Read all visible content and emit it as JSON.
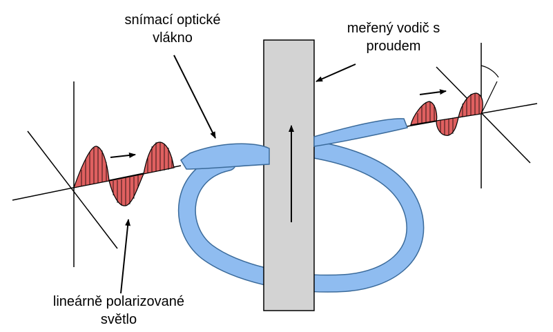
{
  "labels": {
    "fiber": {
      "line1": "snímací optické",
      "line2": "vlákno"
    },
    "conductor": {
      "line1": "meřený vodič s",
      "line2": "proudem"
    },
    "light": {
      "line1": "lineárně polarizované",
      "line2": "světlo"
    }
  },
  "colors": {
    "fiber_fill": "#8fbcf0",
    "fiber_outline": "#3a6a9a",
    "conductor_fill": "#d3d3d3",
    "wave_fill": "#e06060",
    "line": "#000000"
  }
}
